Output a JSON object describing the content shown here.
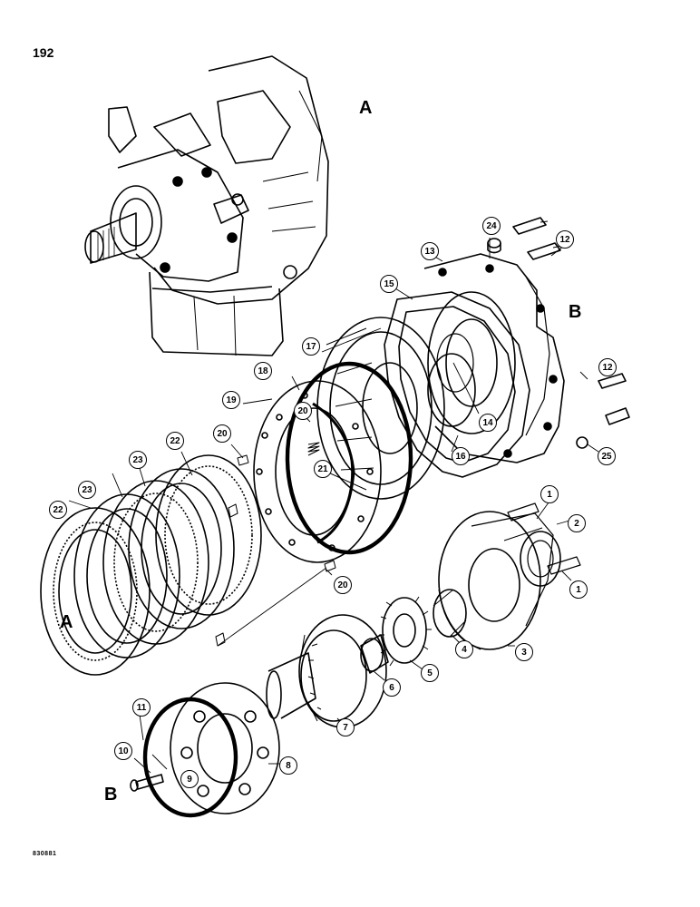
{
  "page": {
    "number": "192",
    "drawing_code": "830881"
  },
  "reference_letters": {
    "a_top": "A",
    "a_left": "A",
    "b_right": "B",
    "b_bottom": "B"
  },
  "callouts": [
    "1",
    "1",
    "2",
    "3",
    "4",
    "5",
    "6",
    "7",
    "8",
    "9",
    "10",
    "11",
    "12",
    "12",
    "13",
    "14",
    "15",
    "16",
    "17",
    "18",
    "19",
    "20",
    "20",
    "20",
    "21",
    "22",
    "22",
    "23",
    "23",
    "24",
    "25"
  ]
}
